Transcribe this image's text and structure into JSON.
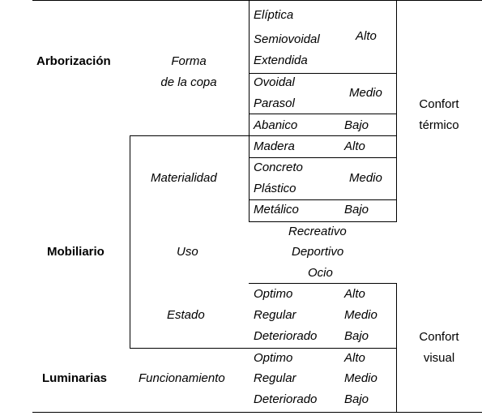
{
  "categories": {
    "arborizacion": "Arborización",
    "mobiliario": "Mobiliario",
    "luminarias": "Luminarias"
  },
  "criteria": {
    "forma_line1": "Forma",
    "forma_line2": "de la copa",
    "materialidad": "Materialidad",
    "uso": "Uso",
    "estado": "Estado",
    "funcionamiento": "Funcionamiento"
  },
  "forma": {
    "items": [
      "Elíptica",
      "Semiovoidal",
      "Extendida",
      "Ovoidal",
      "Parasol",
      "Abanico"
    ],
    "levels": [
      "Alto",
      "Medio",
      "Bajo"
    ]
  },
  "materialidad": {
    "items": [
      "Madera",
      "Concreto",
      "Plástico",
      "Metálico"
    ],
    "levels": [
      "Alto",
      "Medio",
      "Bajo"
    ]
  },
  "uso": {
    "items": [
      "Recreativo",
      "Deportivo",
      "Ocio"
    ]
  },
  "estado": {
    "items": [
      "Optimo",
      "Regular",
      "Deteriorado"
    ],
    "levels": [
      "Alto",
      "Medio",
      "Bajo"
    ]
  },
  "funcionamiento": {
    "items": [
      "Optimo",
      "Regular",
      "Deteriorado"
    ],
    "levels": [
      "Alto",
      "Medio",
      "Bajo"
    ]
  },
  "outcomes": {
    "termico_line1": "Confort",
    "termico_line2": "térmico",
    "visual_line1": "Confort",
    "visual_line2": "visual"
  }
}
